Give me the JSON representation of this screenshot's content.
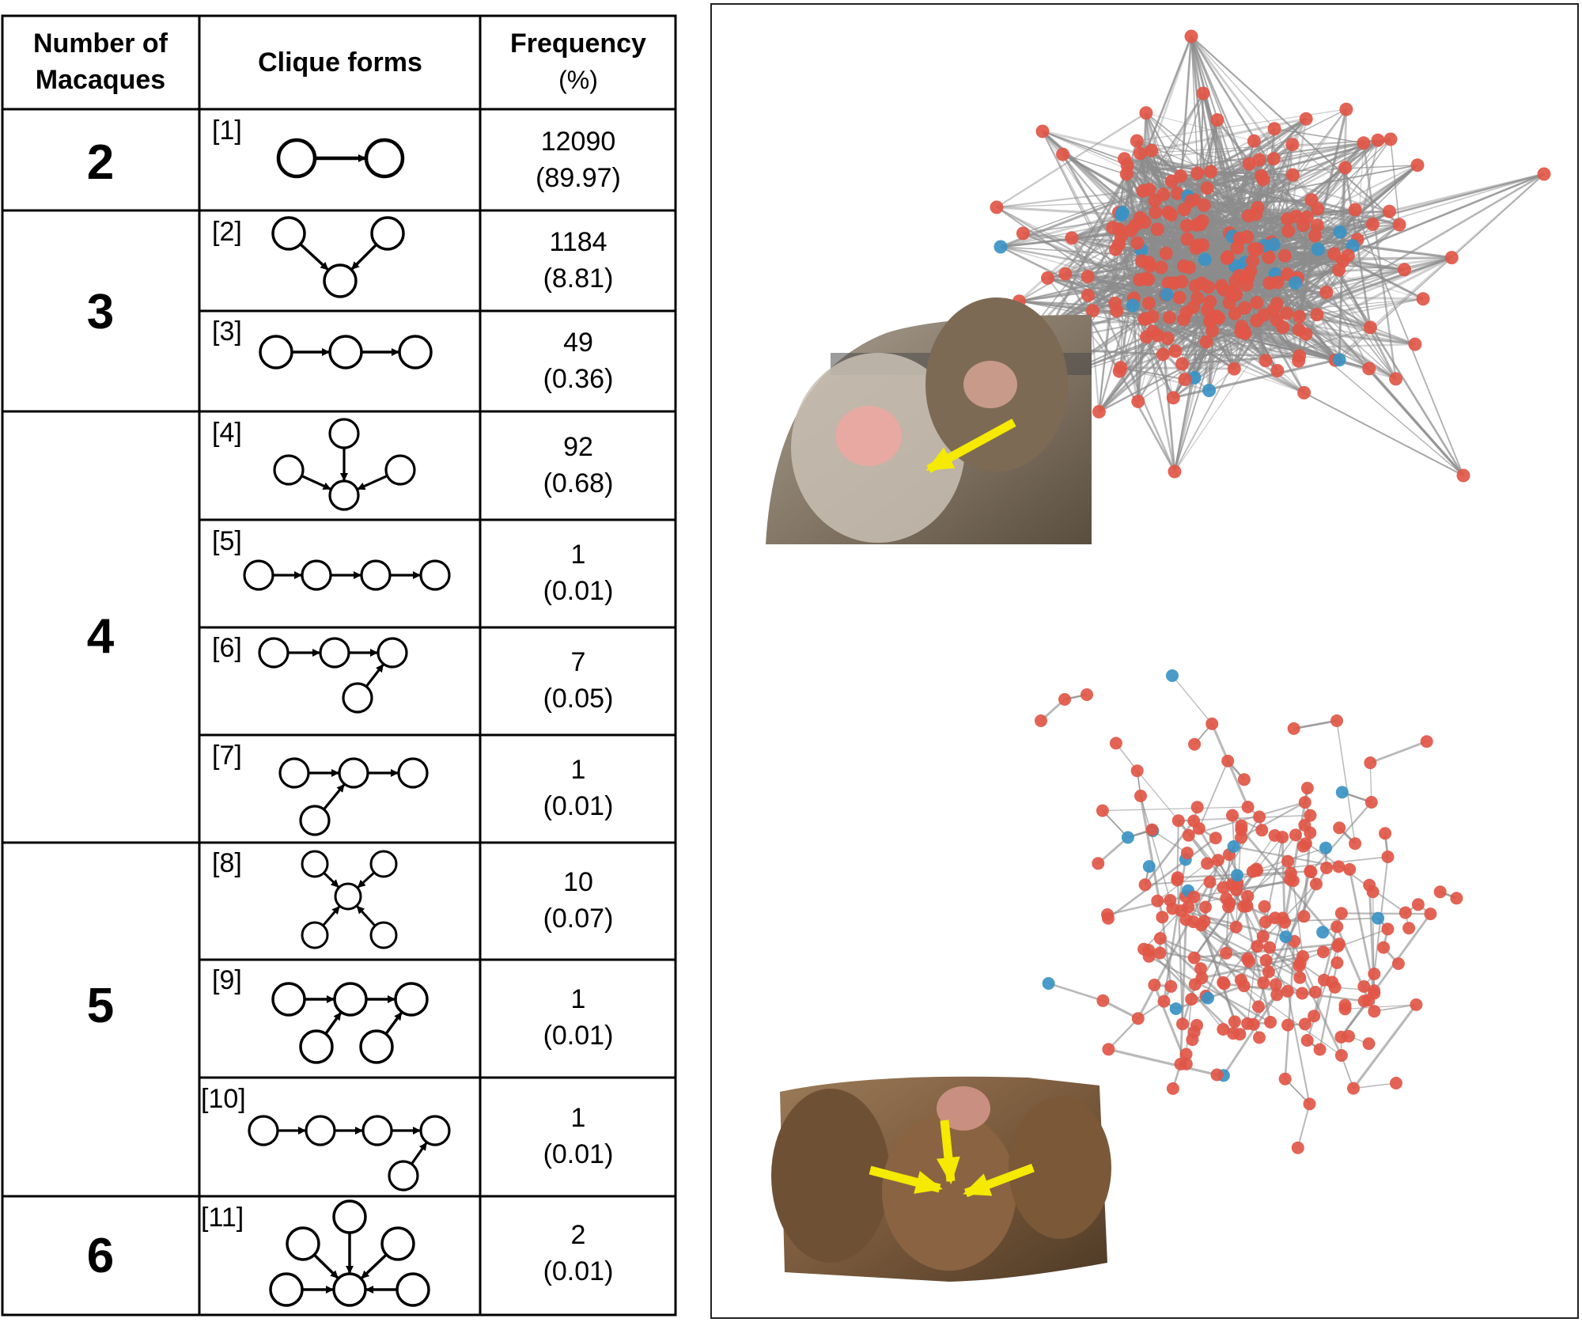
{
  "table": {
    "headers": {
      "number_line1": "Number of",
      "number_line2": "Macaques",
      "clique_forms": "Clique forms",
      "frequency_line1": "Frequency",
      "frequency_line2": "(%)"
    },
    "groups": [
      {
        "number": "2",
        "span": 1
      },
      {
        "number": "3",
        "span": 2
      },
      {
        "number": "4",
        "span": 4
      },
      {
        "number": "5",
        "span": 3
      },
      {
        "number": "6",
        "span": 1
      }
    ],
    "rows": [
      {
        "label": "[1]",
        "count": "12090",
        "percent": "(89.97)"
      },
      {
        "label": "[2]",
        "count": "1184",
        "percent": "(8.81)"
      },
      {
        "label": "[3]",
        "count": "49",
        "percent": "(0.36)"
      },
      {
        "label": "[4]",
        "count": "92",
        "percent": "(0.68)"
      },
      {
        "label": "[5]",
        "count": "1",
        "percent": "(0.01)"
      },
      {
        "label": "[6]",
        "count": "7",
        "percent": "(0.05)"
      },
      {
        "label": "[7]",
        "count": "1",
        "percent": "(0.01)"
      },
      {
        "label": "[8]",
        "count": "10",
        "percent": "(0.07)"
      },
      {
        "label": "[9]",
        "count": "1",
        "percent": "(0.01)"
      },
      {
        "label": "[10]",
        "count": "1",
        "percent": "(0.01)"
      },
      {
        "label": "[11]",
        "count": "2",
        "percent": "(0.01)"
      }
    ]
  },
  "colors": {
    "node_red": "#e15647",
    "node_blue": "#3a93c4",
    "edge": "#8c8c8c",
    "arrow_yellow": "#f5ea00"
  }
}
